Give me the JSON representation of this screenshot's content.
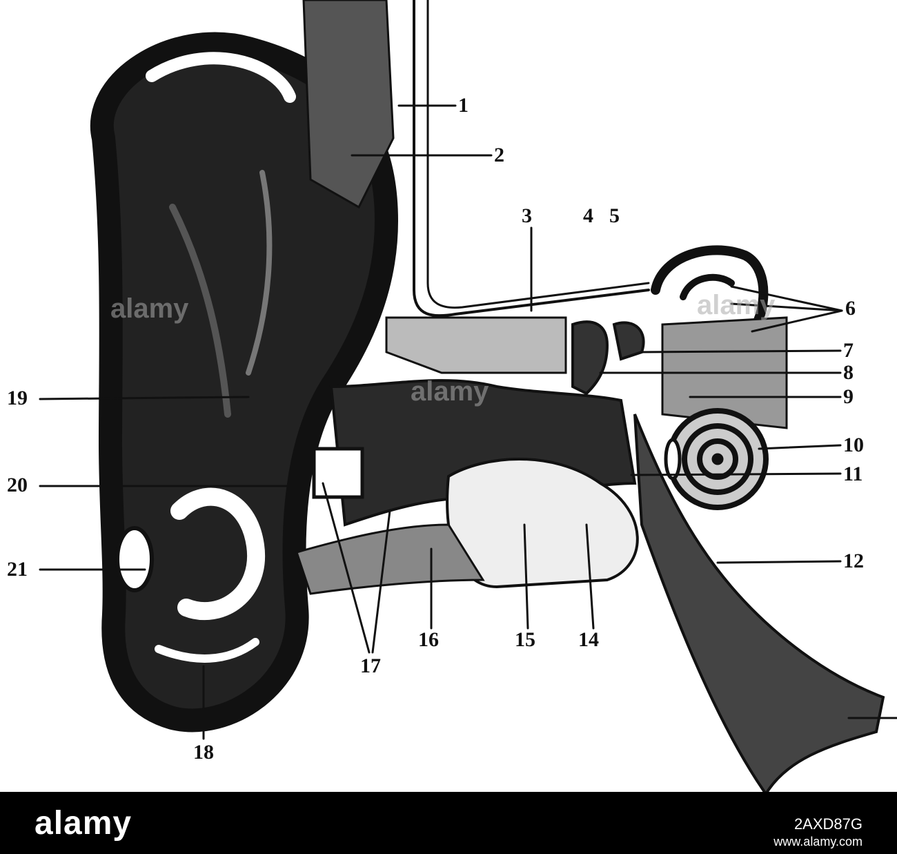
{
  "figure": {
    "labels": [
      "1",
      "2",
      "3",
      "4",
      "5",
      "6",
      "7",
      "8",
      "9",
      "10",
      "11",
      "12",
      "14",
      "15",
      "16",
      "17",
      "18",
      "19",
      "20",
      "21"
    ],
    "label_1": "1",
    "label_2": "2",
    "label_3": "3",
    "label_4": "4",
    "label_5": "5",
    "label_6": "6",
    "label_7": "7",
    "label_8": "8",
    "label_9": "9",
    "label_10": "10",
    "label_11": "11",
    "label_12": "12",
    "label_14": "14",
    "label_15": "15",
    "label_16": "16",
    "label_17": "17",
    "label_18": "18",
    "label_19": "19",
    "label_20": "20",
    "label_21": "21"
  },
  "colors": {
    "ink": "#111111",
    "paper": "#ffffff",
    "footer": "#000000"
  },
  "footer": {
    "logo": "alamy",
    "image_id": "2AXD87G",
    "url": "www.alamy.com"
  },
  "watermarks": [
    "alamy",
    "alamy",
    "alamy"
  ]
}
